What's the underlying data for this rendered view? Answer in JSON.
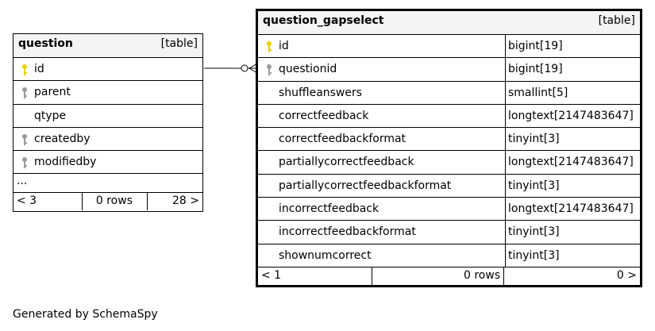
{
  "tables": {
    "question": {
      "name": "question",
      "type": "[table]",
      "columns": [
        {
          "name": "id",
          "key": "primary"
        },
        {
          "name": "parent",
          "key": "foreign"
        },
        {
          "name": "qtype",
          "key": "none"
        },
        {
          "name": "createdby",
          "key": "foreign"
        },
        {
          "name": "modifiedby",
          "key": "foreign"
        }
      ],
      "ellipsis": "...",
      "footer": {
        "parents": "< 3",
        "rows": "0 rows",
        "children": "28 >"
      }
    },
    "question_gapselect": {
      "name": "question_gapselect",
      "type": "[table]",
      "columns": [
        {
          "name": "id",
          "type": "bigint[19]",
          "key": "primary"
        },
        {
          "name": "questionid",
          "type": "bigint[19]",
          "key": "foreign"
        },
        {
          "name": "shuffleanswers",
          "type": "smallint[5]",
          "key": "none"
        },
        {
          "name": "correctfeedback",
          "type": "longtext[2147483647]",
          "key": "none"
        },
        {
          "name": "correctfeedbackformat",
          "type": "tinyint[3]",
          "key": "none"
        },
        {
          "name": "partiallycorrectfeedback",
          "type": "longtext[2147483647]",
          "key": "none"
        },
        {
          "name": "partiallycorrectfeedbackformat",
          "type": "tinyint[3]",
          "key": "none"
        },
        {
          "name": "incorrectfeedback",
          "type": "longtext[2147483647]",
          "key": "none"
        },
        {
          "name": "incorrectfeedbackformat",
          "type": "tinyint[3]",
          "key": "none"
        },
        {
          "name": "shownumcorrect",
          "type": "tinyint[3]",
          "key": "none"
        }
      ],
      "footer": {
        "parents": "< 1",
        "rows": "0 rows",
        "children": "0 >"
      }
    }
  },
  "relationships": [
    {
      "from": "question_gapselect.questionid",
      "to": "question.id",
      "style": "zero-or-many to one"
    }
  ],
  "colors": {
    "primary_key": "#e6d200",
    "foreign_key": "#9a9a9a",
    "header_bg": "#f4f4f4"
  },
  "credit": "Generated by SchemaSpy"
}
